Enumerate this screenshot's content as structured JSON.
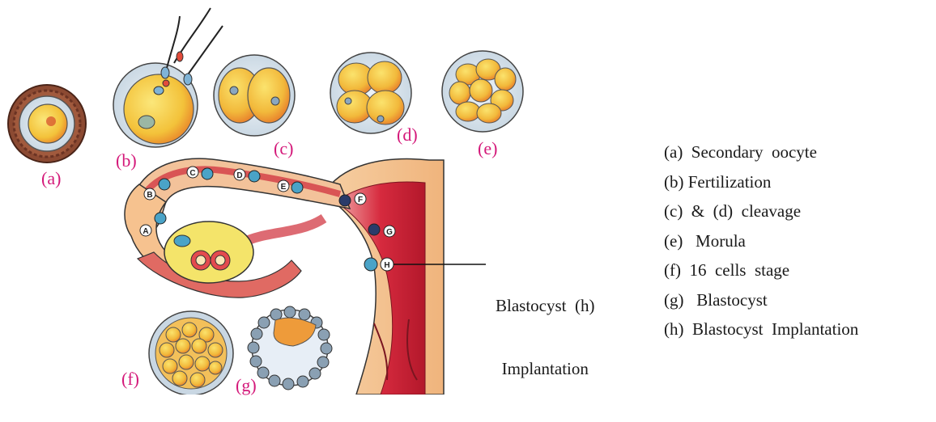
{
  "stage_labels": {
    "a": "(a)",
    "b": "(b)",
    "c": "(c)",
    "d": "(d)",
    "e": "(e)",
    "f": "(f)",
    "g": "(g)"
  },
  "tube_markers": [
    "A",
    "B",
    "C",
    "D",
    "E",
    "F",
    "G",
    "H"
  ],
  "callout": {
    "line1": "Blastocyst  (h)",
    "line2": "Implantation"
  },
  "legend": [
    "(a)  Secondary  oocyte",
    "(b) Fertilization",
    "(c)  &  (d)  cleavage",
    "(e)   Morula",
    "(f)  16  cells  stage",
    "(g)   Blastocyst",
    "(h)  Blastocyst  Implantation"
  ],
  "colors": {
    "label_magenta": "#d4197a",
    "uterus_red": "#d42b3c",
    "cell_yellow": "#f6d54a",
    "cell_orange": "#ef8a2d",
    "outline": "#333333"
  }
}
